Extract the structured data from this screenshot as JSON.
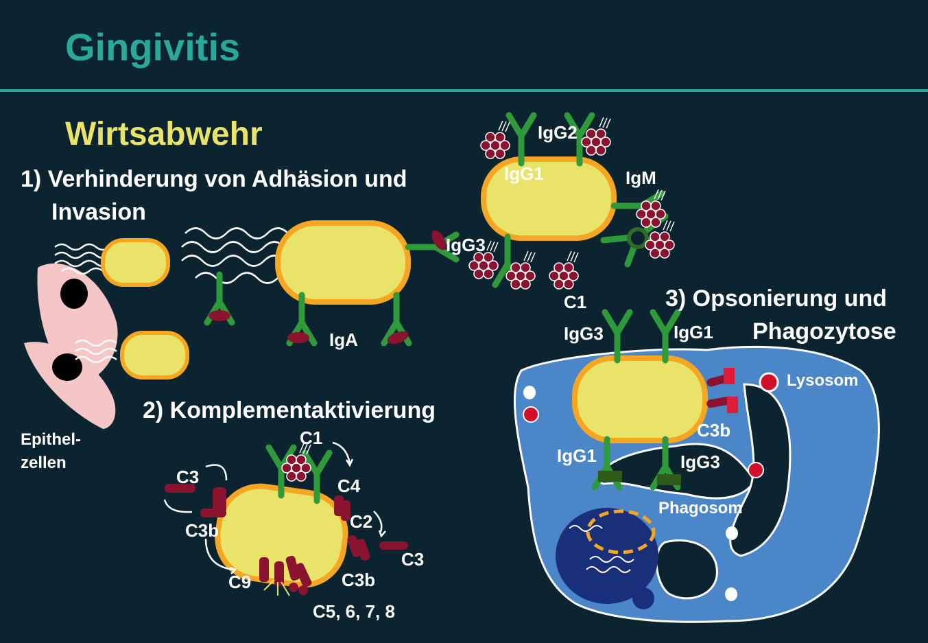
{
  "title": "Gingivitis",
  "subtitle": "Wirtsabwehr",
  "sections": {
    "adhesion_line1": "1) Verhinderung von Adhäsion und",
    "adhesion_line2": "Invasion",
    "complement": "2) Komplementaktivierung",
    "opsonization_line1": "3) Opsonierung und",
    "opsonization_line2": "Phagozytose"
  },
  "labels": {
    "epithel_line1": "Epithel-",
    "epithel_line2": "zellen",
    "iga": "IgA",
    "igg1_top": "IgG1",
    "igg2_top": "IgG2",
    "igm": "IgM",
    "igg3_mid": "IgG3",
    "c1_mid": "C1",
    "c1_complement": "C1",
    "c3_left": "C3",
    "c3b_left": "C3b",
    "c4": "C4",
    "c2": "C2",
    "c3_right": "C3",
    "c3b_bottom": "C3b",
    "c9": "C9",
    "c5678": "C5, 6, 7, 8",
    "igg3_phago_top": "IgG3",
    "igg1_phago_top": "IgG1",
    "lysosom": "Lysosom",
    "c3b_phago": "C3b",
    "igg1_phago_bottom": "IgG1",
    "igg3_phago_bottom": "IgG3",
    "phagosom": "Phagosom"
  },
  "colors": {
    "background": "#0c2430",
    "title": "#2aa89c",
    "subtitle": "#e9e36a",
    "divider": "#2aa89c",
    "bacterium_fill": "#e9e36a",
    "bacterium_border": "#f5a623",
    "antibody": "#2e9a3a",
    "complement_protein": "#8a1430",
    "phagocyte": "#4a86c8",
    "epithelial_cell": "#f4c6c6"
  }
}
